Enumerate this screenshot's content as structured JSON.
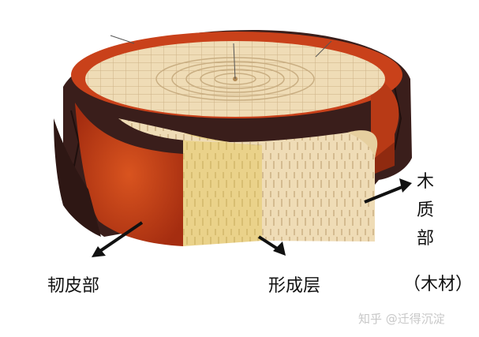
{
  "labels": {
    "phloem": "韧皮部",
    "cambium": "形成层",
    "xylem_chars": [
      "木",
      "质",
      "部"
    ],
    "xylem_paren": "（木材）"
  },
  "watermark": "知乎 @迁得沉淀",
  "colors": {
    "bark_dark": "#3a1e1b",
    "phloem_red": "#c9411a",
    "cambium_yellow": "#ecd88a",
    "wood_light": "#efdcb6",
    "wood_grid": "#c9ae82",
    "arrow": "#111111"
  }
}
